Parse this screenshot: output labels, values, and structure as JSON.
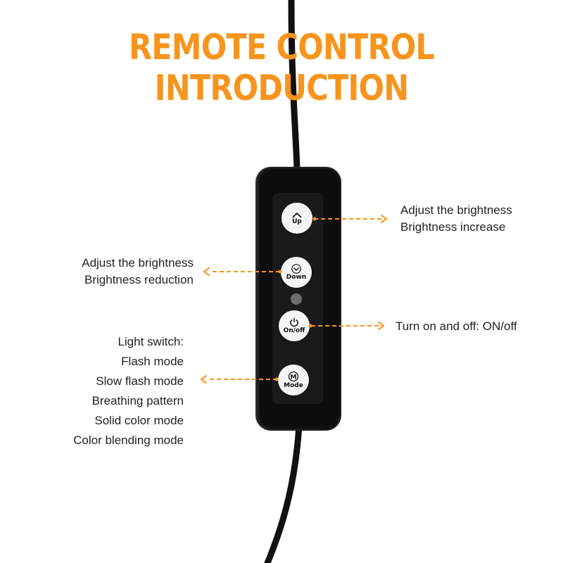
{
  "title": {
    "text": "REMOTE CONTROL INTRODUCTION",
    "color": "#f7941d"
  },
  "buttons": {
    "up": {
      "label": "Up",
      "icon": "chevron-up-icon"
    },
    "down": {
      "label": "Down",
      "icon": "chevron-down-icon"
    },
    "onoff": {
      "label": "On/off",
      "icon": "power-icon"
    },
    "mode": {
      "label": "Mode",
      "icon": "m-circle-icon",
      "symbol": "M"
    }
  },
  "callouts": {
    "up": {
      "line1": "Adjust the brightness",
      "line2": "Brightness increase"
    },
    "down": {
      "line1": "Adjust the brightness",
      "line2": "Brightness reduction"
    },
    "onoff": {
      "line1": "Turn on and off: ON/off"
    },
    "mode": {
      "lines": [
        "Light switch:",
        "Flash mode",
        "Slow flash mode",
        "Breathing pattern",
        "Solid color mode",
        "Color blending mode"
      ]
    }
  },
  "colors": {
    "accent": "#f7941d",
    "remote": "#0d0d0d",
    "button": "#f4f4f4"
  }
}
